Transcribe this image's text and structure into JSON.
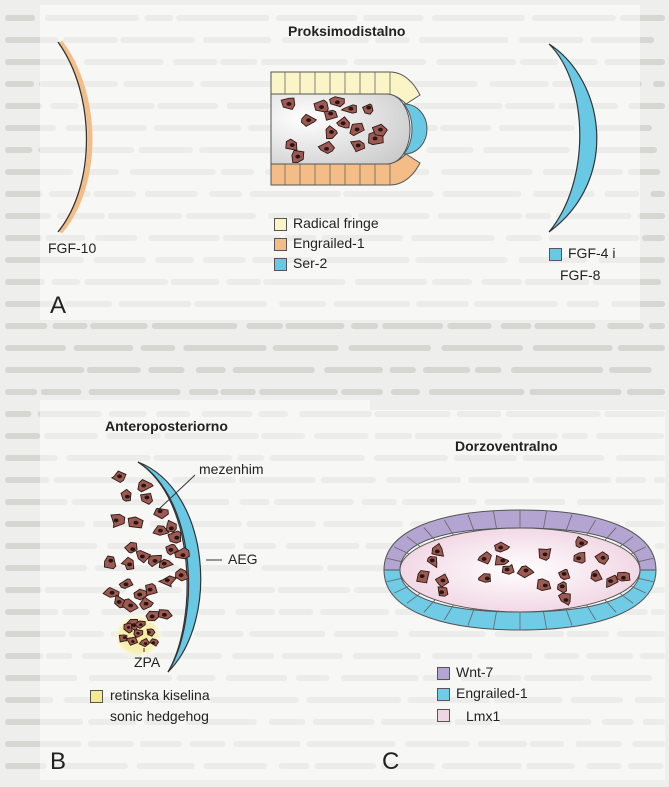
{
  "colors": {
    "radical_fringe": "#faf4c6",
    "engrailed_orange": "#f4bd88",
    "ser2_blue": "#69c9e4",
    "wnt7_purple": "#b3a4d2",
    "engrailed_blue": "#6fcbe6",
    "lmx1_pink": "#efd6e3",
    "retinoic_yellow": "#f4ea92",
    "cell_fill": "#9e5a52",
    "nucleus": "#2a1410"
  },
  "panel_a": {
    "title": "Proksimodistalno",
    "left_label": "FGF-10",
    "letter": "A",
    "legend": [
      {
        "label": "Radical fringe",
        "color": "#faf4c6"
      },
      {
        "label": "Engrailed-1",
        "color": "#f4bd88"
      },
      {
        "label": "Ser-2",
        "color": "#69c9e4"
      }
    ],
    "right_legend_line1": "FGF-4 i",
    "right_legend_line2": "FGF-8",
    "right_legend_color": "#69c9e4"
  },
  "panel_b": {
    "title": "Anteroposteriorno",
    "label_mezenhim": "mezenhim",
    "label_aeg": "AEG",
    "label_zpa": "ZPA",
    "legend_line1": "retinska kiselina",
    "legend_line2": "sonic hedgehog",
    "legend_color": "#f4ea92",
    "letter": "B"
  },
  "panel_c": {
    "title": "Dorzoventralno",
    "legend": [
      {
        "label": "Wnt-7",
        "color": "#b3a4d2"
      },
      {
        "label": "Engrailed-1",
        "color": "#6fcbe6"
      },
      {
        "label": "Lmx1",
        "color": "#efd6e3"
      }
    ],
    "letter": "C"
  }
}
